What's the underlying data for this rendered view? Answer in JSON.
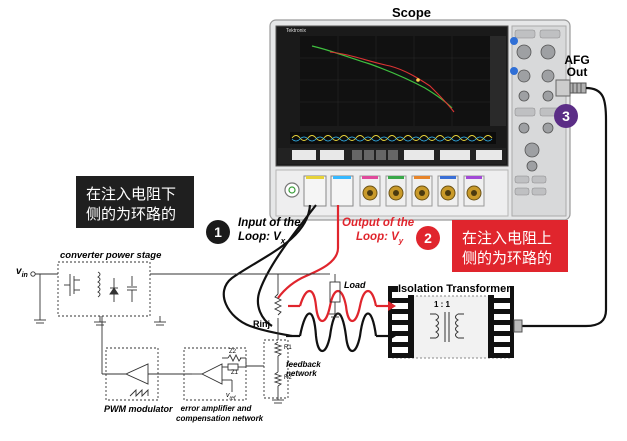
{
  "scope": {
    "title": "Scope",
    "brand": "Tektronix",
    "afg_label_line1": "AFG",
    "afg_label_line2": "Out"
  },
  "steps": {
    "one": "1",
    "two": "2",
    "three": "3"
  },
  "input_label": {
    "line1": "Input of the",
    "line2_prefix": "Loop: V",
    "line2_sub": "x"
  },
  "output_label": {
    "line1": "Output of the",
    "line2_prefix": "Loop: V",
    "line2_sub": "y"
  },
  "notes": {
    "below": "在注入电阻下侧的为环路的",
    "above": "在注入电阻上侧的为环路的"
  },
  "circuit": {
    "stage_label": "converter power stage",
    "vin_label": "v",
    "vin_sub": "in",
    "load_label": "Load",
    "rinj_label": "Rinj",
    "r1": "R1",
    "r2": "R2",
    "feedback_line1": "feedback",
    "feedback_line2": "network",
    "pwm_label": "PWM modulator",
    "ea_line1": "error amplifier and",
    "ea_line2": "compensation network",
    "vref": "v",
    "vref_sub": "ref",
    "z2": "Z2",
    "z1": "Z1"
  },
  "transformer": {
    "title": "Isolation Transformer",
    "ratio": "1 : 1"
  },
  "colors": {
    "red": "#e0252d",
    "purple": "#5b2d86",
    "dark_box": "#1f1f1f",
    "scope_body": "#e9eaeb",
    "screen": "#141414"
  }
}
